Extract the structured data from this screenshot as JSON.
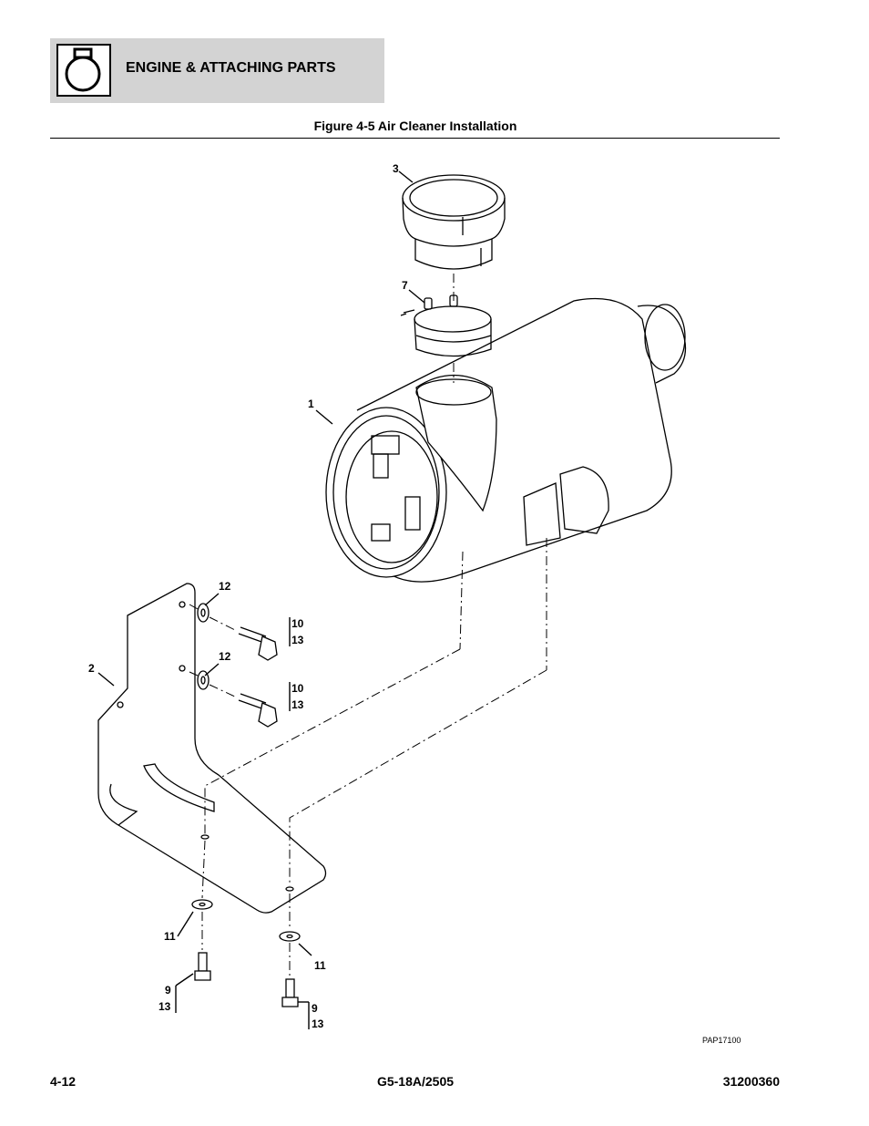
{
  "header": {
    "section_title": "ENGINE & ATTACHING PARTS",
    "icon": "engine-section-icon"
  },
  "figure": {
    "title": "Figure 4-5 Air Cleaner Installation",
    "drawing_id": "PAP17100",
    "callouts": {
      "c1": "1",
      "c2": "2",
      "c3": "3",
      "c7": "7",
      "c12a": "12",
      "c12b": "12",
      "c10a": "10",
      "c13a": "13",
      "c10b": "10",
      "c13b": "13",
      "c11a": "11",
      "c11b": "11",
      "c9a": "9",
      "c13c": "13",
      "c9b": "9",
      "c13d": "13"
    }
  },
  "footer": {
    "page_number": "4-12",
    "model": "G5-18A/2505",
    "manual_number": "31200360"
  }
}
